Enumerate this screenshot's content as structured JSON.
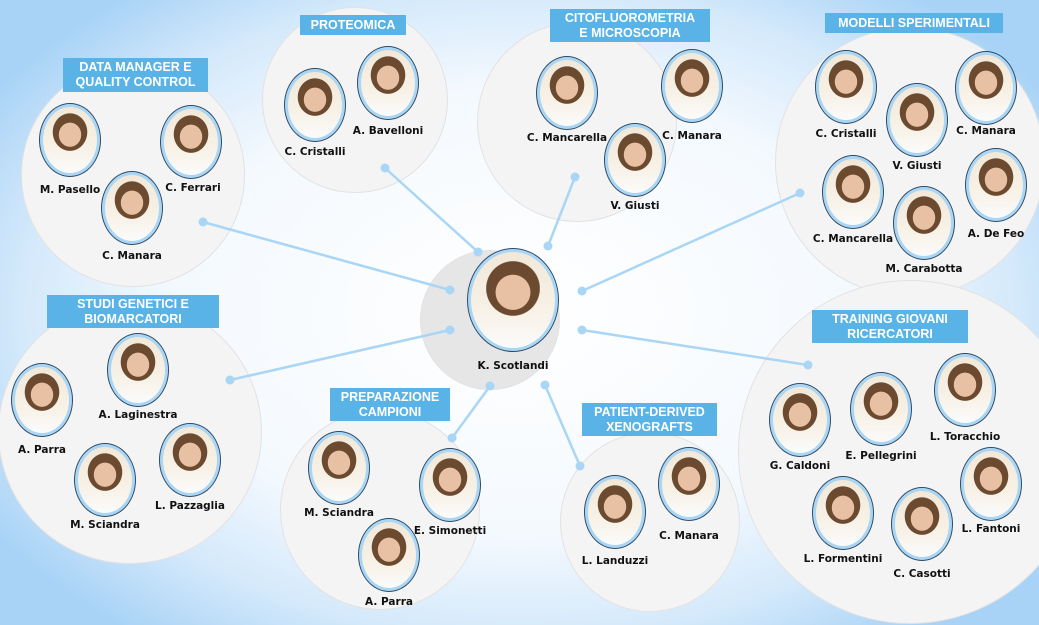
{
  "center": {
    "name": "K. Scotlandi"
  },
  "groups": [
    {
      "title": "DATA MANAGER E\nQUALITY CONTROL",
      "members": [
        "M. Pasello",
        "C. Ferrari",
        "C. Manara"
      ]
    },
    {
      "title": "PROTEOMICA",
      "members": [
        "C. Cristalli",
        "A. Bavelloni"
      ]
    },
    {
      "title": "CITOFLUOROMETRIA\nE MICROSCOPIA",
      "members": [
        "C. Mancarella",
        "C. Manara",
        "V. Giusti"
      ]
    },
    {
      "title": "MODELLI SPERIMENTALI",
      "members": [
        "C. Cristalli",
        "V. Giusti",
        "C. Manara",
        "C. Mancarella",
        "M. Carabotta",
        "A. De Feo"
      ]
    },
    {
      "title": "STUDI GENETICI E\nBIOMARCATORI",
      "members": [
        "A. Parra",
        "A. Laginestra",
        "M. Sciandra",
        "L. Pazzaglia"
      ]
    },
    {
      "title": "PREPARAZIONE\nCAMPIONI",
      "members": [
        "M. Sciandra",
        "E. Simonetti",
        "A. Parra"
      ]
    },
    {
      "title": "PATIENT-DERIVED\nXENOGRAFTS",
      "members": [
        "L. Landuzzi",
        "C. Manara"
      ]
    },
    {
      "title": "TRAINING GIOVANI\nRICERCATORI",
      "members": [
        "G. Caldoni",
        "E. Pellegrini",
        "L. Toracchio",
        "L. Fantoni",
        "L. Formentini",
        "C. Casotti"
      ]
    }
  ],
  "colors": {
    "label_bg": "#5ab3e6",
    "connector": "#a9d6f5"
  }
}
